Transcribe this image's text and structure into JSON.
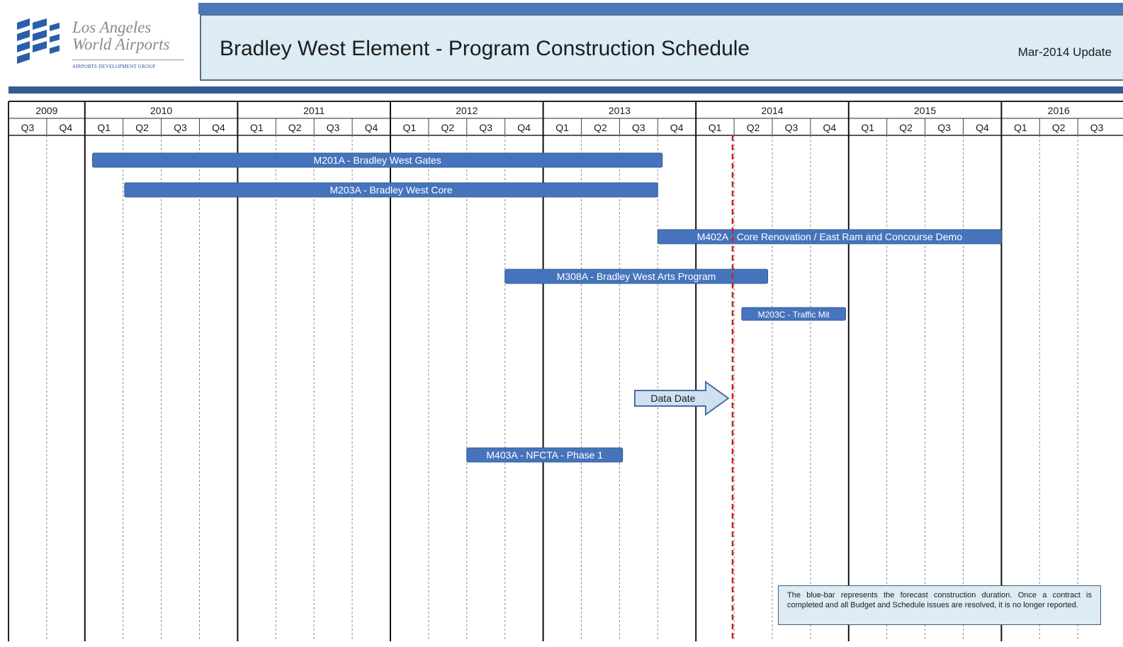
{
  "header": {
    "logo_line1": "Los Angeles",
    "logo_line2": "World Airports",
    "logo_sub": "AIRPORTS DEVELOPMENT GROUP",
    "title": "Bradley West Element - Program Construction Schedule",
    "update": "Mar-2014 Update"
  },
  "chart_data": {
    "type": "gantt",
    "title": "Bradley West Element - Program Construction Schedule",
    "timeline": {
      "start": "2009-Q3",
      "end": "2016-Q3",
      "years": [
        {
          "label": "2009",
          "quarters": [
            "Q3",
            "Q4"
          ]
        },
        {
          "label": "2010",
          "quarters": [
            "Q1",
            "Q2",
            "Q3",
            "Q4"
          ]
        },
        {
          "label": "2011",
          "quarters": [
            "Q1",
            "Q2",
            "Q3",
            "Q4"
          ]
        },
        {
          "label": "2012",
          "quarters": [
            "Q1",
            "Q2",
            "Q3",
            "Q4"
          ]
        },
        {
          "label": "2013",
          "quarters": [
            "Q1",
            "Q2",
            "Q3",
            "Q4"
          ]
        },
        {
          "label": "2014",
          "quarters": [
            "Q1",
            "Q2",
            "Q3",
            "Q4"
          ]
        },
        {
          "label": "2015",
          "quarters": [
            "Q1",
            "Q2",
            "Q3",
            "Q4"
          ]
        },
        {
          "label": "2016",
          "quarters": [
            "Q1",
            "Q2",
            "Q3"
          ]
        }
      ]
    },
    "tasks": [
      {
        "label": "M201A - Bradley West Gates",
        "start": 2010.05,
        "end": 2013.78
      },
      {
        "label": "M203A - Bradley West Core",
        "start": 2010.26,
        "end": 2013.75
      },
      {
        "label": "M402A - Core Renovation / East Ram and Concourse Demo",
        "start": 2013.75,
        "end": 2016.0
      },
      {
        "label": "M308A - Bradley West Arts Program",
        "start": 2012.75,
        "end": 2014.47
      },
      {
        "label": "M203C - Traffic Mit",
        "start": 2014.3,
        "end": 2014.98
      },
      {
        "label": "M403A - NFCTA - Phase 1",
        "start": 2012.5,
        "end": 2013.52
      }
    ],
    "data_date": {
      "label": "Data Date",
      "value": 2014.24
    },
    "colors": {
      "bar": "#4674bc",
      "bar_border": "#2f5b96",
      "data_date_line": "#cc2222",
      "arrow_fill": "#cfe0f1",
      "arrow_stroke": "#4a6fa0"
    },
    "note": "The blue-bar represents the forecast construction duration.  Once a contract is completed and all Budget and Schedule issues are resolved, it is no longer reported."
  }
}
